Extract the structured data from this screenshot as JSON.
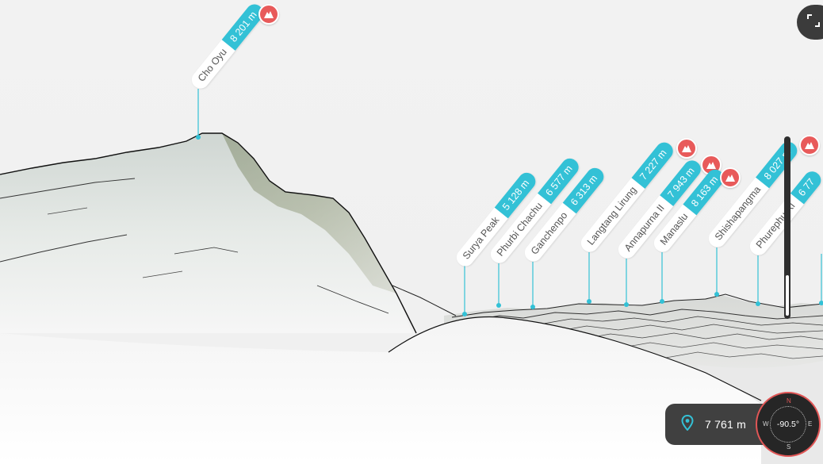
{
  "peaks": [
    {
      "name": "Cho Oyu",
      "elevation": "8 201 m",
      "badge": true
    },
    {
      "name": "Surya Peak",
      "elevation": "5 128 m",
      "badge": false
    },
    {
      "name": "Phurbi Chachu",
      "elevation": "6 577 m",
      "badge": false
    },
    {
      "name": "Ganchenpo",
      "elevation": "6 313 m",
      "badge": false
    },
    {
      "name": "Langtang Lirung",
      "elevation": "7 227 m",
      "badge": true
    },
    {
      "name": "Annapurna II",
      "elevation": "7 943 m",
      "badge": true
    },
    {
      "name": "Manaslu",
      "elevation": "8 163 m",
      "badge": true
    },
    {
      "name": "Shishapangma",
      "elevation": "8 027 m",
      "badge": true
    },
    {
      "name": "Phurephu Ri",
      "elevation": "6 77",
      "badge": false
    }
  ],
  "viewer": {
    "elevation": "7 761 m",
    "slider_level": 0.22
  },
  "compass": {
    "heading": "-90.5°",
    "north": "N",
    "south": "S",
    "east": "E",
    "west": "W"
  },
  "icons": {
    "fullscreen": "fullscreen-icon",
    "location": "location-pin-icon",
    "summit": "mountain-flag-icon"
  },
  "colors": {
    "accent": "#33c1d6",
    "badge": "#e85a5a",
    "panel": "#404040"
  }
}
